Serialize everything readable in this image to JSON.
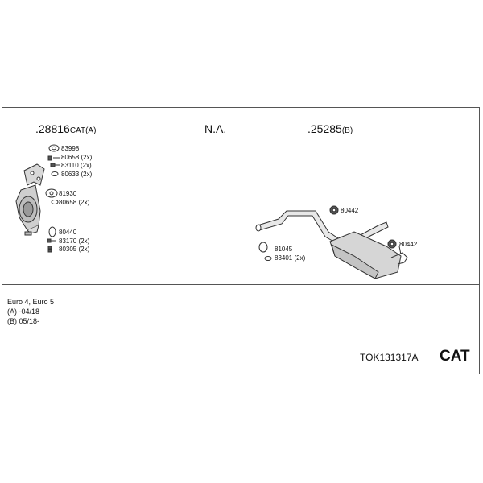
{
  "header": {
    "left": {
      "number": ".28816",
      "suffix": "CAT(A)"
    },
    "center": {
      "text": "N.A."
    },
    "right": {
      "number": ".25285",
      "suffix": "(B)"
    }
  },
  "parts_left": {
    "p1": "83998",
    "p2": "80658 (2x)",
    "p3": "83110 (2x)",
    "p4": "80633 (2x)",
    "p5": "81930",
    "p6": "80658 (2x)",
    "p7": "80440",
    "p8": "83170 (2x)",
    "p9": "80305 (2x)"
  },
  "parts_right": {
    "hanger_top": "80442",
    "hanger_right": "80442",
    "ring": "81045",
    "clamp": "83401 (2x)"
  },
  "notes": {
    "line1": "Euro 4, Euro 5",
    "line2": "(A) -04/18",
    "line3": "(B) 05/18-"
  },
  "footer": {
    "code": "TOK131317A",
    "badge": "CAT"
  }
}
